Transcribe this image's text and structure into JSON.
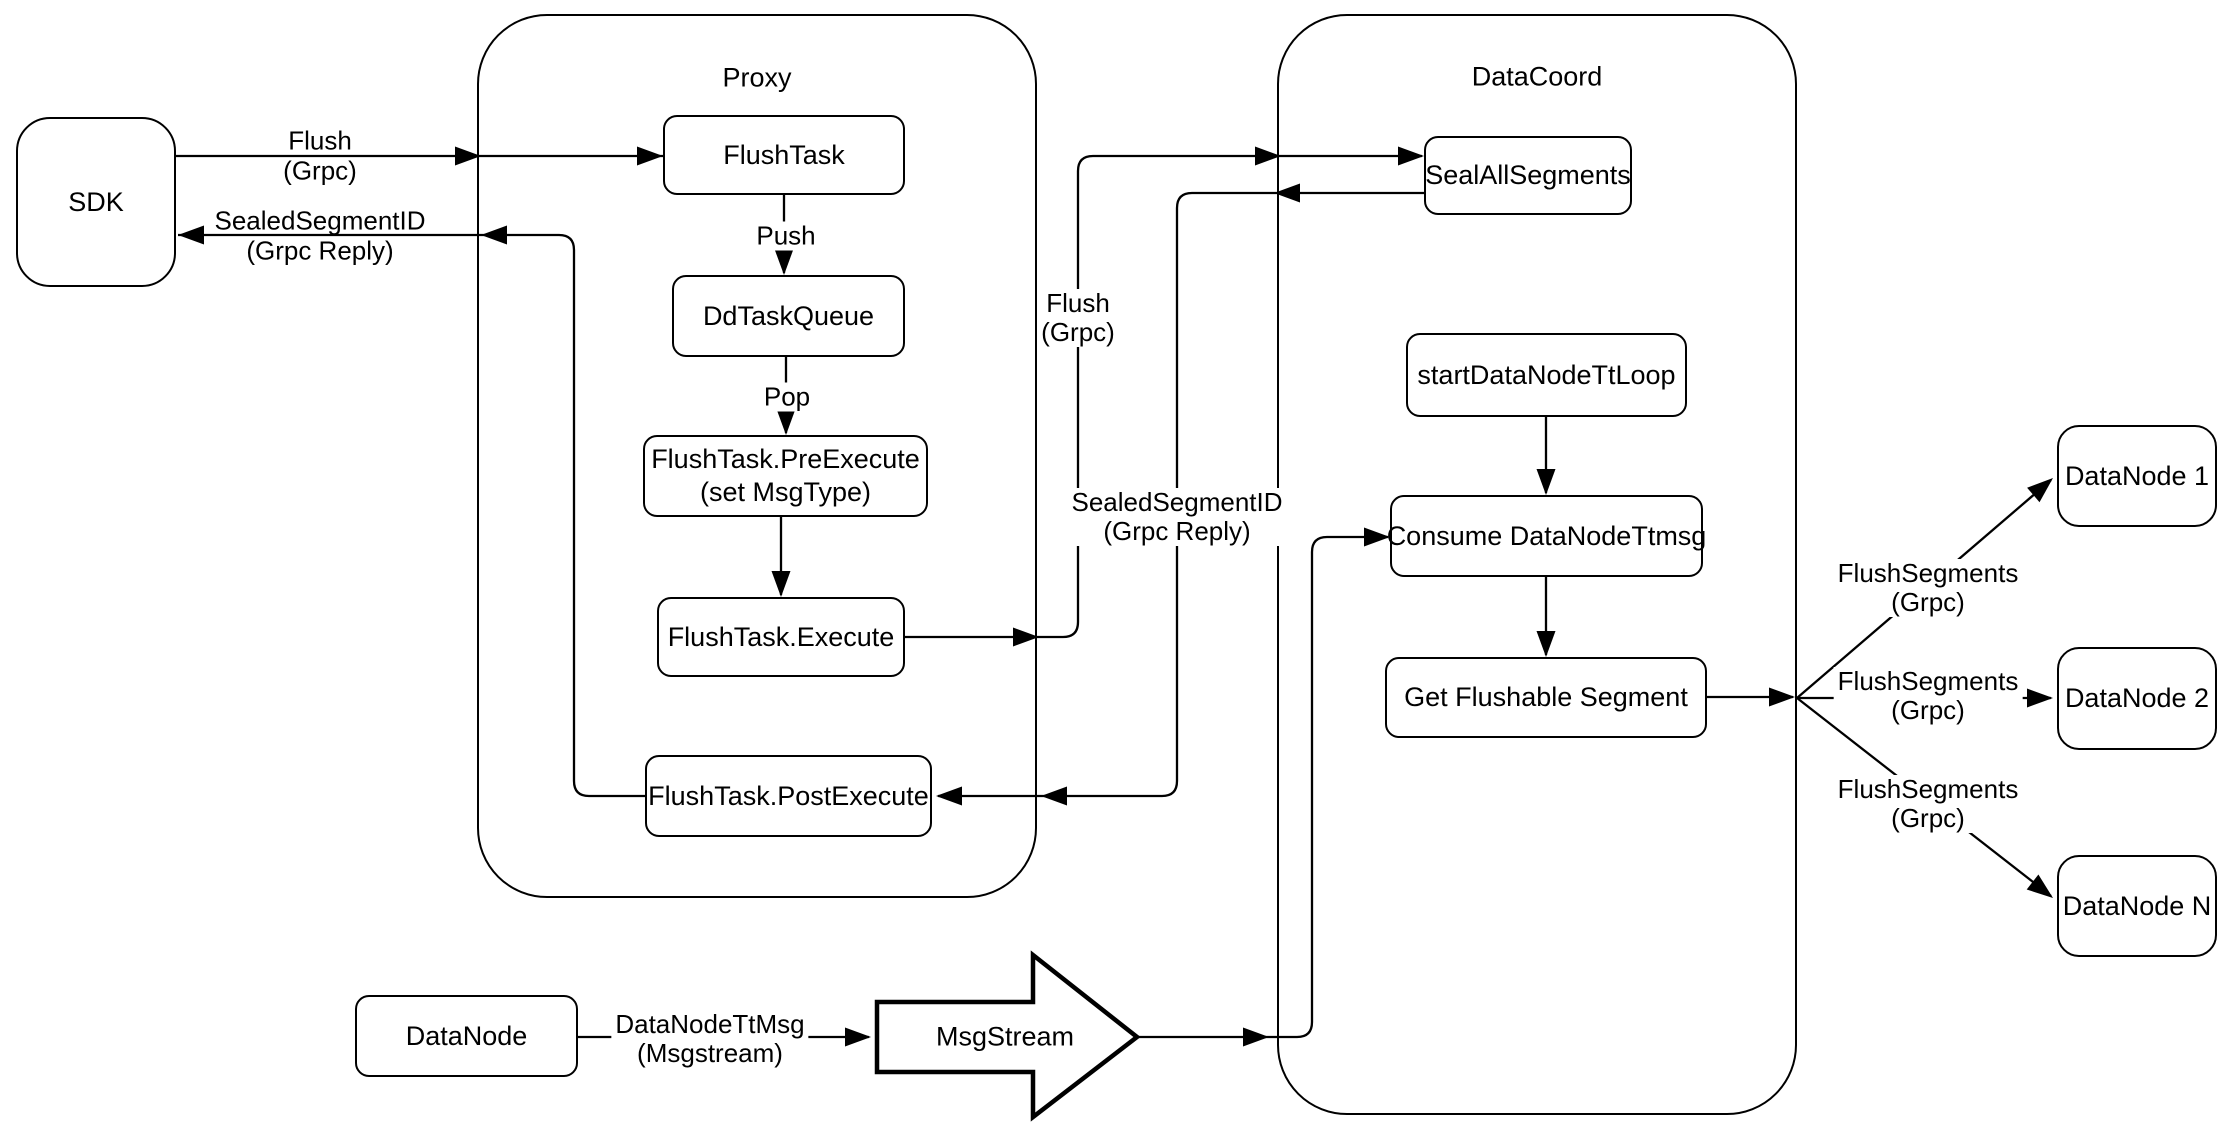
{
  "diagram": {
    "containers": {
      "proxy": {
        "title": "Proxy"
      },
      "datacoord": {
        "title": "DataCoord"
      }
    },
    "nodes": {
      "sdk": "SDK",
      "flush_task": "FlushTask",
      "dd_task_queue": "DdTaskQueue",
      "pre_execute_line1": "FlushTask.PreExecute",
      "pre_execute_line2": "(set MsgType)",
      "execute": "FlushTask.Execute",
      "post_execute": "FlushTask.PostExecute",
      "seal_all_segments": "SealAllSegments",
      "start_datanode_tt_loop": "startDataNodeTtLoop",
      "consume_datanode_ttmsg": "Consume DataNodeTtmsg",
      "get_flushable_segment": "Get Flushable Segment",
      "datanode_1": "DataNode 1",
      "datanode_2": "DataNode 2",
      "datanode_n": "DataNode N",
      "datanode_source": "DataNode",
      "msgstream": "MsgStream"
    },
    "edge_labels": {
      "sdk_flush_line1": "Flush",
      "sdk_flush_line2": "(Grpc)",
      "sdk_reply_line1": "SealedSegmentID",
      "sdk_reply_line2": "(Grpc Reply)",
      "push": "Push",
      "pop": "Pop",
      "coord_flush_line1": "Flush",
      "coord_flush_line2": "(Grpc)",
      "coord_reply_line1": "SealedSegmentID",
      "coord_reply_line2": "(Grpc Reply)",
      "flush_segments_1_line1": "FlushSegments",
      "flush_segments_1_line2": "(Grpc)",
      "flush_segments_2_line1": "FlushSegments",
      "flush_segments_2_line2": "(Grpc)",
      "flush_segments_3_line1": "FlushSegments",
      "flush_segments_3_line2": "(Grpc)",
      "datanode_ttmsg_line1": "DataNodeTtMsg",
      "datanode_ttmsg_line2": "(Msgstream)"
    },
    "colors": {
      "stroke": "#000000",
      "node_fill": "#ffffff",
      "background": "#ffffff"
    }
  }
}
